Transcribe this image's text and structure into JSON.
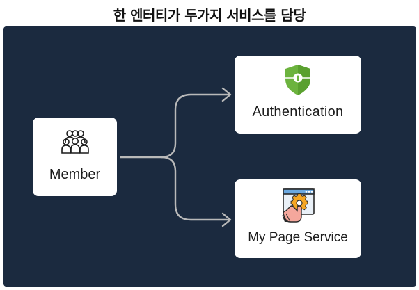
{
  "title": "한 엔터티가 두가지 서비스를 담당",
  "nodes": {
    "member": {
      "label": "Member",
      "icon": "people-group-icon"
    },
    "authentication": {
      "label": "Authentication",
      "icon": "shield-lock-icon"
    },
    "mypage": {
      "label": "My Page Service",
      "icon": "settings-touch-icon"
    }
  },
  "colors": {
    "background": "#1b2a3f",
    "connector": "#b9b9b9",
    "shield": "#6cb33e",
    "gear": "#f5a623"
  }
}
